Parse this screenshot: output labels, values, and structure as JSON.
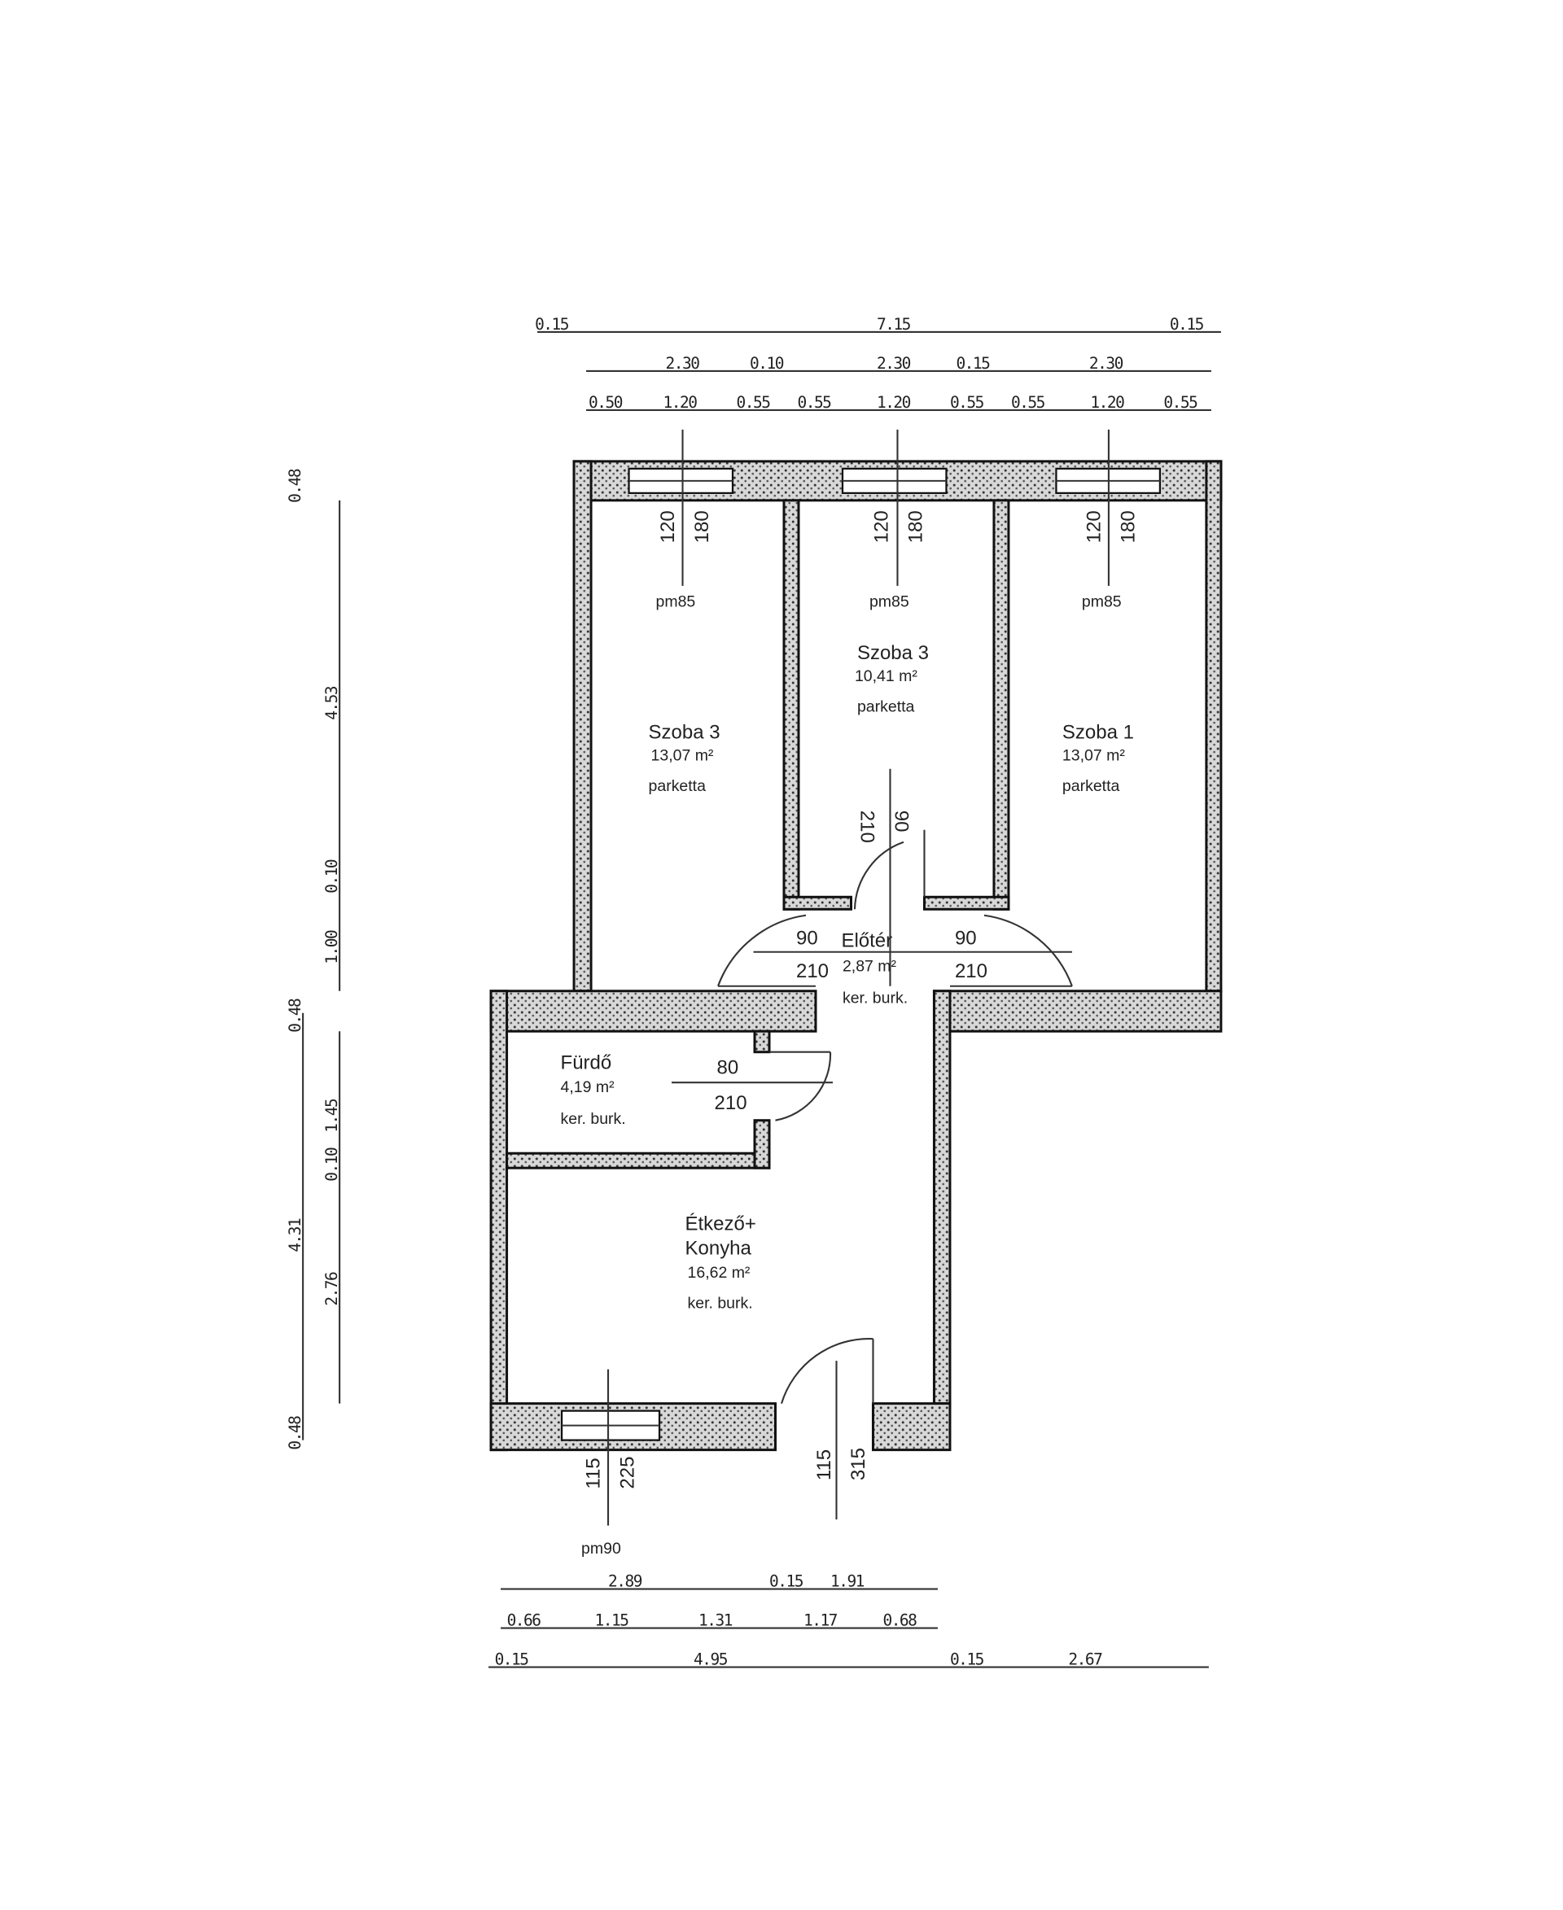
{
  "top_dims": {
    "row1": [
      "0.15",
      "7.15",
      "0.15"
    ],
    "row2": [
      "2.30",
      "0.10",
      "2.30",
      "0.15",
      "2.30"
    ],
    "row3": [
      "0.50",
      "1.20",
      "0.55",
      "0.55",
      "1.20",
      "0.55",
      "0.55",
      "1.20",
      "0.55"
    ]
  },
  "left_dims": {
    "outer": [
      "0.48",
      "4.31",
      "0.48",
      "0.48"
    ],
    "inner": [
      "4.53",
      "0.10",
      "1.00",
      "0.10",
      "1.45",
      "2.76"
    ]
  },
  "bottom_dims": {
    "row1": [
      "2.89",
      "0.15",
      "1.91"
    ],
    "row2": [
      "0.66",
      "1.15",
      "1.31",
      "1.17",
      "0.68"
    ],
    "row3": [
      "0.15",
      "4.95",
      "0.15",
      "2.67"
    ]
  },
  "windows": [
    {
      "sill": "120",
      "height": "180",
      "type": "pm85"
    },
    {
      "sill": "120",
      "height": "180",
      "type": "pm85"
    },
    {
      "sill": "120",
      "height": "180",
      "type": "pm85"
    },
    {
      "sill": "115",
      "height": "225",
      "type": "pm90"
    }
  ],
  "rooms": [
    {
      "name": "Szoba 3",
      "area": "13,07 m²",
      "floor": "parketta"
    },
    {
      "name": "Szoba 3",
      "area": "10,41 m²",
      "floor": "parketta"
    },
    {
      "name": "Szoba 1",
      "area": "13,07 m²",
      "floor": "parketta"
    },
    {
      "name": "Előtér",
      "area": "2,87 m²",
      "floor": "ker. burk."
    },
    {
      "name": "Fürdő",
      "area": "4,19 m²",
      "floor": "ker. burk."
    },
    {
      "name": "Étkező+",
      "name2": "Konyha",
      "area": "16,62 m²",
      "floor": "ker. burk."
    }
  ],
  "doors": [
    {
      "width": "90",
      "height": "210"
    },
    {
      "width": "90",
      "height": "210"
    },
    {
      "width": "90",
      "height": "210"
    },
    {
      "width": "80",
      "height": "210"
    },
    {
      "width": "115",
      "height": "315"
    }
  ]
}
